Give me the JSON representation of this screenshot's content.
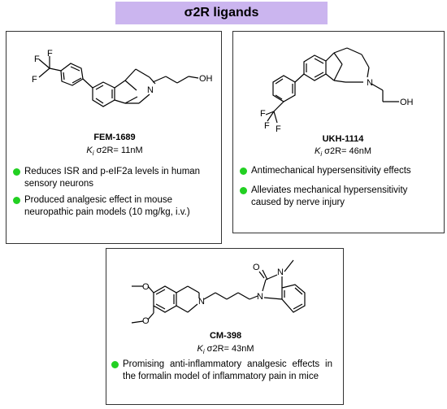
{
  "title": "σ2R ligands",
  "ki_prefix": "K",
  "ki_subscript": "i",
  "cards": [
    {
      "name": "FEM-1689",
      "ki_value": " σ2R= 11nM",
      "labels": {
        "F1": "F",
        "F2": "F",
        "F3": "F",
        "N": "N",
        "OH": "OH"
      },
      "bullets": [
        "Reduces ISR and p-eIF2a levels in human sensory neurons",
        "Produced analgesic effect in mouse neuropathic pain models (10 mg/kg, i.v.)"
      ]
    },
    {
      "name": "UKH-1114",
      "ki_value": " σ2R= 46nM",
      "labels": {
        "F1": "F",
        "F2": "F",
        "F3": "F",
        "N": "N",
        "OH": "OH"
      },
      "bullets": [
        "Antimechanical hypersensitivity effects",
        "Alleviates mechanical hypersensitivity caused by nerve injury"
      ]
    },
    {
      "name": "CM-398",
      "ki_value": " σ2R= 43nM",
      "labels": {
        "O1": "O",
        "O2": "O",
        "O3": "O",
        "N1": "N",
        "N2": "N",
        "N3": "N"
      },
      "bullets": [
        "Promising anti-inflammatory analgesic effects in the formalin model of inflammatory pain in mice"
      ]
    }
  ],
  "colors": {
    "header_bg": "#cbb5ef",
    "bullet_dot": "#22d022",
    "border": "#333333"
  }
}
